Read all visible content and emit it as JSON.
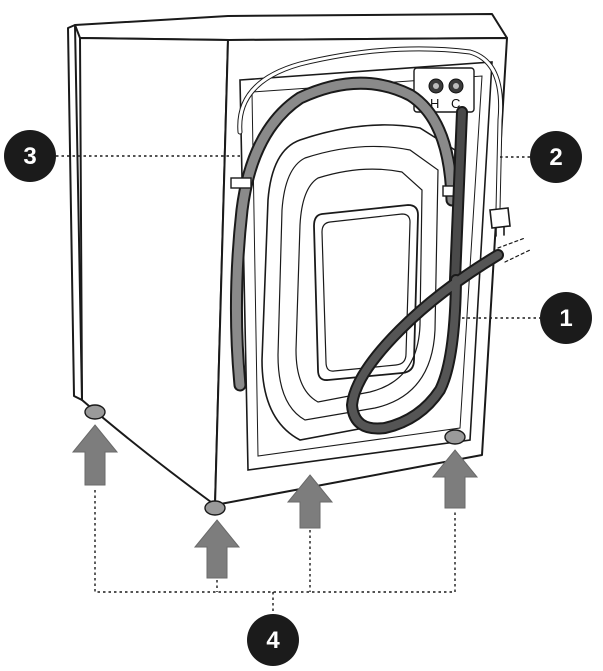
{
  "callouts": {
    "c1": "1",
    "c2": "2",
    "c3": "3",
    "c4": "4"
  },
  "valves": {
    "hot": "H",
    "cold": "C"
  },
  "colors": {
    "outline": "#1a1a1a",
    "callout_fill": "#1b1b1b",
    "hose_fill": "#8a8a8a",
    "arrow_fill": "#7d7d7d",
    "cabinet_fill": "#ffffff"
  }
}
